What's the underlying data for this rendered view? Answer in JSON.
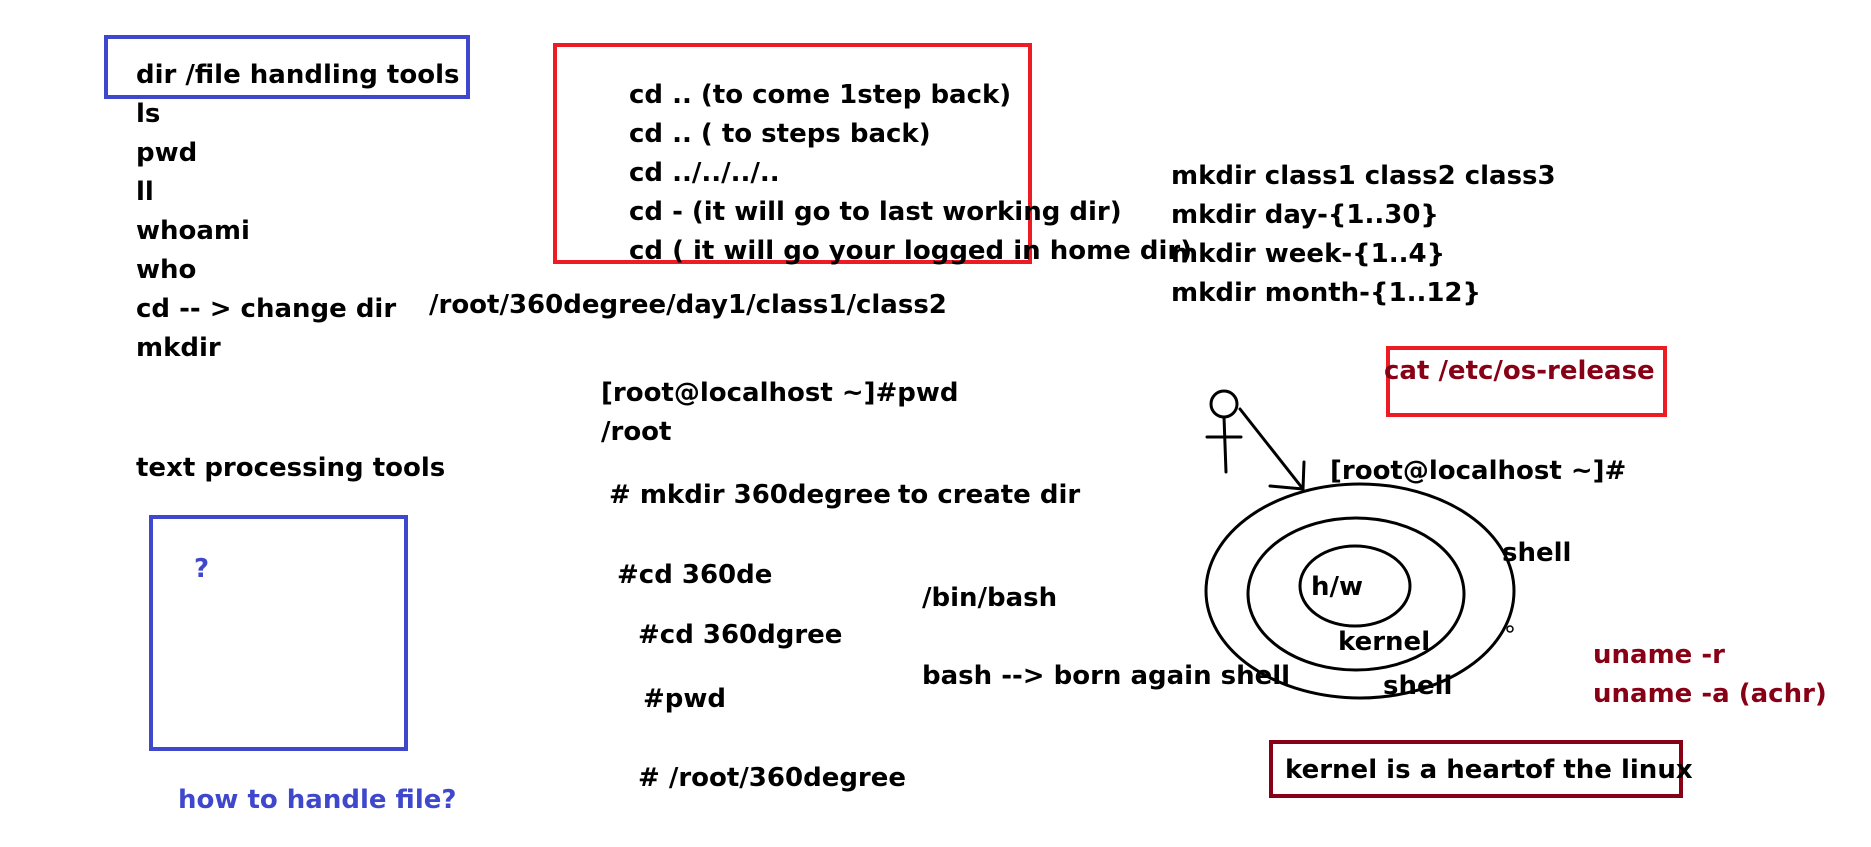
{
  "colors": {
    "blue": "#3f48cc",
    "red": "#ed1c24",
    "maroon": "#880015",
    "black": "#000000",
    "background": "#ffffff"
  },
  "left_list": {
    "heading": "dir /file handling tools",
    "items": [
      "ls",
      "pwd",
      "ll",
      "whoami",
      "who",
      "cd -- > change dir",
      "mkdir"
    ]
  },
  "text_tools": {
    "label": "text processing tools",
    "box_text": "?",
    "question": "how to handle file?"
  },
  "cd_notes": {
    "lines": [
      "cd .. (to come 1step back)",
      "cd .. ( to steps back)",
      "cd ../../../..",
      "cd - (it will go to last working dir)",
      "cd    ( it will go your logged in home dir)"
    ]
  },
  "path_example": "/root/360degree/day1/class1/class2",
  "terminal_notes": {
    "prompt_pwd": "[root@localhost ~]#pwd",
    "pwd_output": "/root",
    "mkdir_cmd": "# mkdir 360degree",
    "mkdir_note": "to create dir",
    "cd_cmd_1": "#cd 360de",
    "cd_cmd_2": "#cd 360dgree",
    "pwd_cmd": "#pwd",
    "pwd_result": "# /root/360degree"
  },
  "shell_notes": {
    "bin_bash": "/bin/bash",
    "bash_meaning": "bash --> born again shell"
  },
  "mkdir_examples": [
    "mkdir class1 class2 class3",
    "mkdir day-{1..30}",
    "mkdir week-{1..4}",
    "mkdir  month-{1..12}"
  ],
  "os_release": "cat /etc/os-release",
  "diagram": {
    "prompt": "[root@localhost ~]#",
    "outer_label": "shell",
    "inner_label": "h/w",
    "middle_label": "kernel",
    "bottom_label": "shell"
  },
  "uname_notes": [
    "uname -r",
    "uname -a (achr)"
  ],
  "kernel_note": "kernel is a heartof the linux"
}
